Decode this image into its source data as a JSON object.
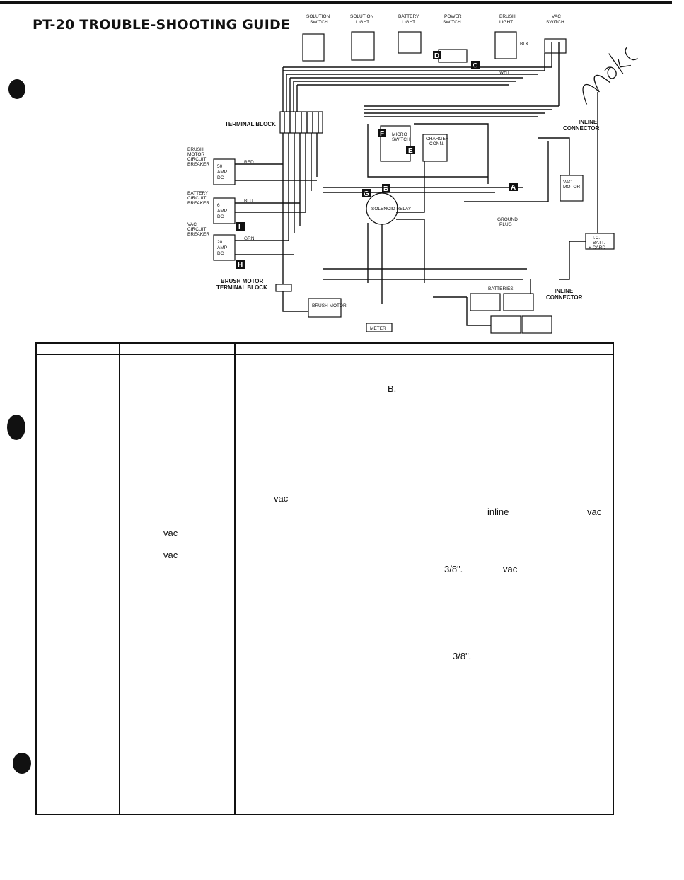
{
  "header": {
    "title": "PT-20 TROUBLE-SHOOTING GUIDE"
  },
  "diagram": {
    "top_components": [
      {
        "label1": "SOLUTION",
        "label2": "SWITCH"
      },
      {
        "label1": "SOLUTION",
        "label2": "LIGHT"
      },
      {
        "label1": "BATTERY",
        "label2": "LIGHT"
      },
      {
        "label1": "POWER",
        "label2": "SWITCH"
      },
      {
        "label1": "BRUSH",
        "label2": "LIGHT"
      },
      {
        "label1": "VAC",
        "label2": "SWITCH"
      }
    ],
    "terminal_block": "TERMINAL BLOCK",
    "breakers": [
      {
        "name1": "BRUSH",
        "name2": "MOTOR",
        "name3": "CIRCUIT",
        "name4": "BREAKER",
        "v1": "50",
        "v2": "AMP",
        "v3": "DC"
      },
      {
        "name1": "BATTERY",
        "name2": "CIRCUIT",
        "name3": "BREAKER",
        "name4": "",
        "v1": "6",
        "v2": "AMP",
        "v3": "DC"
      },
      {
        "name1": "VAC",
        "name2": "CIRCUIT",
        "name3": "BREAKER",
        "name4": "",
        "v1": "20",
        "v2": "AMP",
        "v3": "DC"
      }
    ],
    "brush_motor_terminal_block1": "BRUSH MOTOR",
    "brush_motor_terminal_block2": "TERMINAL BLOCK",
    "brush_motor": "BRUSH MOTOR",
    "meter": "METER",
    "micro_switch1": "MICRO",
    "micro_switch2": "SWITCH",
    "charger_conn1": "CHARGER",
    "charger_conn2": "CONN.",
    "solenoid": "SOLENOID RELAY",
    "ground_plug1": "GROUND",
    "ground_plug2": "PLUG",
    "vac_motor1": "VAC",
    "vac_motor2": "MOTOR",
    "inline_connector_top1": "INLINE",
    "inline_connector_top2": "CONNECTOR",
    "inline_connector_bottom1": "INLINE",
    "inline_connector_bottom2": "CONNECTOR",
    "batteries": "BATTERIES",
    "ic_card1": "I.C.",
    "ic_card2": "BATT.",
    "ic_card3": "+ CARD",
    "markers": [
      "A",
      "B",
      "C",
      "D",
      "E",
      "F",
      "G",
      "H",
      "I"
    ],
    "wire_labels": {
      "red": "RED",
      "blk": "BLK",
      "blu": "BLU",
      "grn": "GRN",
      "wht": "WHT"
    }
  },
  "table": {
    "col3": [
      "B.",
      "vac",
      "inline",
      "vac",
      "3/8\".",
      "vac",
      "3/8\"."
    ],
    "col2": [
      "vac",
      "vac"
    ]
  }
}
